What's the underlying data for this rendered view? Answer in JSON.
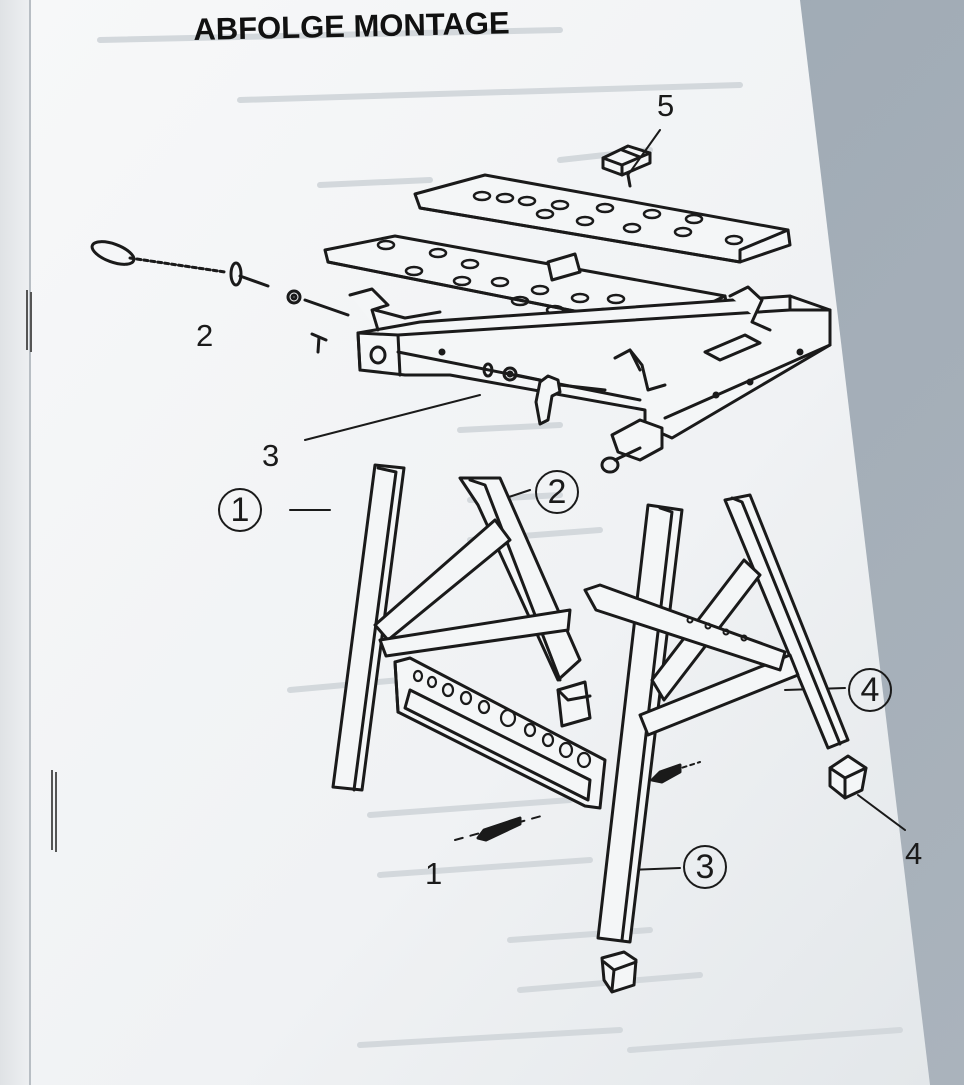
{
  "header": {
    "title": "ABFOLGE MONTAGE"
  },
  "callouts": {
    "top_5": "5",
    "left_2": "2",
    "left_3": "3",
    "circle_1": "1",
    "circle_2": "2",
    "circle_3": "3",
    "circle_4": "4",
    "bottom_1": "1",
    "right_4": "4"
  },
  "colors": {
    "paper": "#f4f6f7",
    "ink": "#1a1a1a",
    "background": "#8e9aa6",
    "showthrough": "#c9ced3"
  }
}
